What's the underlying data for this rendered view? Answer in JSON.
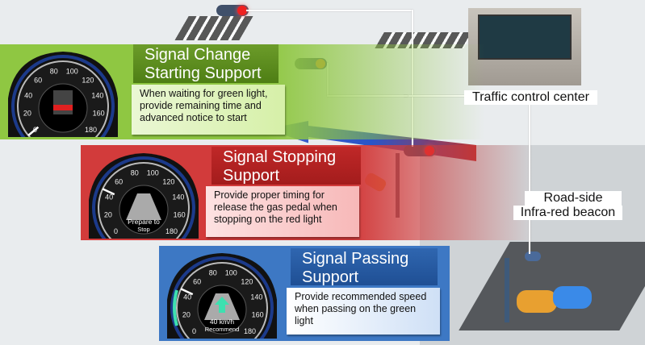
{
  "gauge_ticks": [
    "0",
    "20",
    "40",
    "60",
    "80",
    "100",
    "120",
    "140",
    "160",
    "180"
  ],
  "panels": {
    "starting": {
      "title_line1": "Signal Change",
      "title_line2": "Starting Support",
      "description": "When waiting for green light,  provide remaining time and advanced notice to start",
      "needle_kmh": 0
    },
    "stopping": {
      "title_line1": "Signal Stopping",
      "title_line2": "Support",
      "description": "Provide proper timing for release the gas pedal when stopping on the  red light",
      "display_line1": "Prepare to",
      "display_line2": "Stop",
      "needle_kmh": 45
    },
    "passing": {
      "title_line1": "Signal Passing",
      "title_line2": "Support",
      "description": "Provide recommended speed when passing on the green light",
      "display_line1": "40 km/h",
      "display_line2": "Recommend",
      "needle_kmh": 45
    }
  },
  "labels": {
    "traffic_center": "Traffic control center",
    "beacon_line1": "Road-side",
    "beacon_line2": "Infra-red beacon"
  },
  "colors": {
    "green": "#8fc742",
    "red": "#d23b3b",
    "blue": "#3d78c4",
    "arrow": "#2a55c8"
  }
}
